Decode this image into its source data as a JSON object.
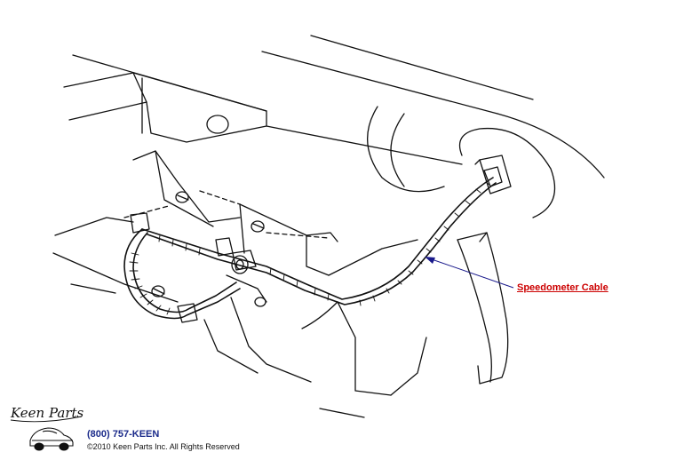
{
  "diagram": {
    "callouts": [
      {
        "label": "Speedometer Cable"
      }
    ],
    "colors": {
      "line_art": "#111111",
      "callout_text": "#cc0000",
      "leader_line": "#1a1a8c",
      "phone_text": "#1a2a8a"
    }
  },
  "footer": {
    "logo_text": "Keen Parts",
    "phone": "(800) 757-KEEN",
    "copyright": "©2010 Keen Parts Inc. All Rights Reserved"
  }
}
